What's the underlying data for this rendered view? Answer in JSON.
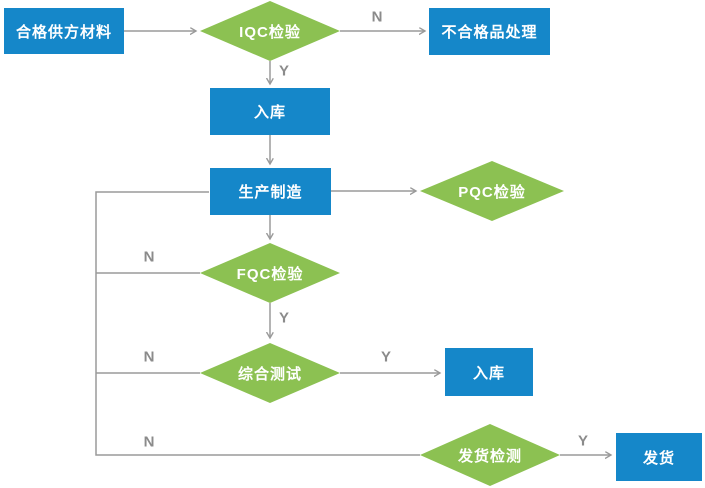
{
  "flowchart": {
    "nodes": {
      "supplier_material": {
        "label": "合格供方材料",
        "type": "process"
      },
      "iqc_inspection": {
        "label": "IQC检验",
        "type": "decision"
      },
      "nonconforming_handling": {
        "label": "不合格品处理",
        "type": "process"
      },
      "warehouse_in_1": {
        "label": "入库",
        "type": "process"
      },
      "production": {
        "label": "生产制造",
        "type": "process"
      },
      "pqc_inspection": {
        "label": "PQC检验",
        "type": "decision"
      },
      "fqc_inspection": {
        "label": "FQC检验",
        "type": "decision"
      },
      "integrated_test": {
        "label": "综合测试",
        "type": "decision"
      },
      "warehouse_in_2": {
        "label": "入库",
        "type": "process"
      },
      "shipping_inspection": {
        "label": "发货检测",
        "type": "decision"
      },
      "ship": {
        "label": "发货",
        "type": "process"
      }
    },
    "edge_labels": {
      "iqc_no": "N",
      "iqc_yes": "Y",
      "fqc_no": "N",
      "fqc_yes": "Y",
      "integrated_no": "N",
      "integrated_yes": "Y",
      "shipping_no": "N",
      "shipping_yes": "Y"
    },
    "colors": {
      "process_box": "#1587c9",
      "decision_diamond": "#8cc152",
      "connector_line": "#9a9a9a",
      "edge_label_text": "#8b8b8b",
      "node_text": "#ffffff",
      "background": "#ffffff"
    }
  }
}
